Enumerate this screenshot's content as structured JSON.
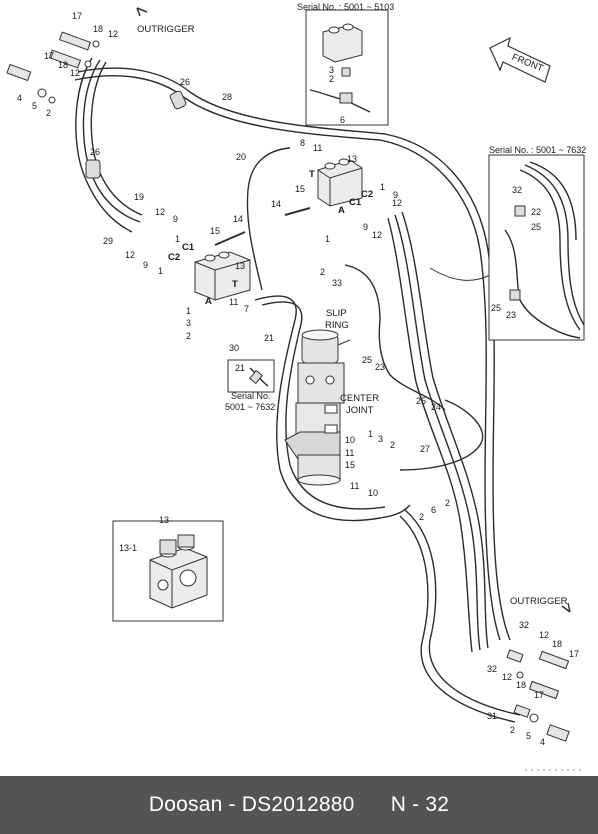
{
  "footer": {
    "brand": "Doosan",
    "part_number": "DS2012880",
    "page": "N - 32"
  },
  "labels": {
    "outrigger_top": "OUTRIGGER",
    "outrigger_bottom": "OUTRIGGER",
    "front": "FRONT",
    "serial_top": "Serial No. : 5001 ~ 5103",
    "serial_right": "Serial No. : 5001 ~ 7632",
    "serial_inset_line1": "Serial No.",
    "serial_inset_line2": "5001 ~ 7632",
    "slip_ring_line1": "SLIP",
    "slip_ring_line2": "RING",
    "center_joint_line1": "CENTER",
    "center_joint_line2": "JOINT",
    "port_c1_left": "C1",
    "port_c2_left": "C2",
    "port_t_left": "T",
    "port_a_left": "A",
    "port_t_right": "T",
    "port_c2_right": "C2",
    "port_c1_right": "C1",
    "port_a_right": "A",
    "detail_13": "13",
    "detail_13_1": "13-1"
  },
  "callouts": [
    "17",
    "18",
    "12",
    "17",
    "18",
    "12",
    "4",
    "5",
    "2",
    "26",
    "28",
    "26",
    "19",
    "29",
    "12",
    "9",
    "1",
    "12",
    "9",
    "1",
    "15",
    "14",
    "13",
    "1",
    "3",
    "2",
    "30",
    "11",
    "7",
    "21",
    "20",
    "8",
    "11",
    "13",
    "15",
    "14",
    "12",
    "9",
    "12",
    "9",
    "1",
    "2",
    "3",
    "1",
    "33",
    "2",
    "6",
    "25",
    "23",
    "25",
    "24",
    "27",
    "10",
    "11",
    "15",
    "1",
    "3",
    "2",
    "11",
    "10",
    "6",
    "2",
    "2",
    "31",
    "32",
    "12",
    "18",
    "17",
    "32",
    "12",
    "18",
    "17",
    "2",
    "5",
    "4",
    "32",
    "22",
    "25",
    "25",
    "23",
    "21",
    "10"
  ],
  "colors": {
    "line": "#2b2b2b",
    "footer_bg": "#545454",
    "footer_text": "#ffffff",
    "part_fill": "#e6e6e6"
  }
}
